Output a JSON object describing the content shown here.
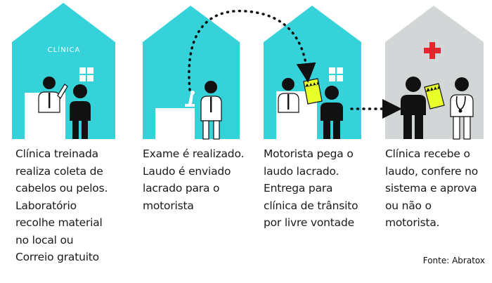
{
  "colors": {
    "house": "#35d2d9",
    "house_gray": "#d3d6d6",
    "figure": "#111111",
    "paper": "#e8ff2a",
    "cross": "#e8232b"
  },
  "steps": [
    {
      "house_sign": "CLÍNICA",
      "caption": "Clínica treinada\nrealiza coleta de\ncabelos ou pelos.\nLaboratório\nrecolhe material\nno local ou\nCorreio gratuito"
    },
    {
      "caption": "Exame é realizado.\nLaudo é enviado\nlacrado para o\nmotorista"
    },
    {
      "caption": "Motorista pega o\nlaudo lacrado.\nEntrega para\nclínica de trânsito\npor livre vontade"
    },
    {
      "caption": "Clínica recebe o\nlaudo, confere no\nsistema e aprova\nou não o\nmotorista."
    }
  ],
  "icons": [
    "house-icon",
    "person-icon",
    "doctor-icon",
    "microscope-icon",
    "sealed-report-icon",
    "medical-cross-icon",
    "stethoscope-icon"
  ],
  "source": "Fonte: Abratox"
}
